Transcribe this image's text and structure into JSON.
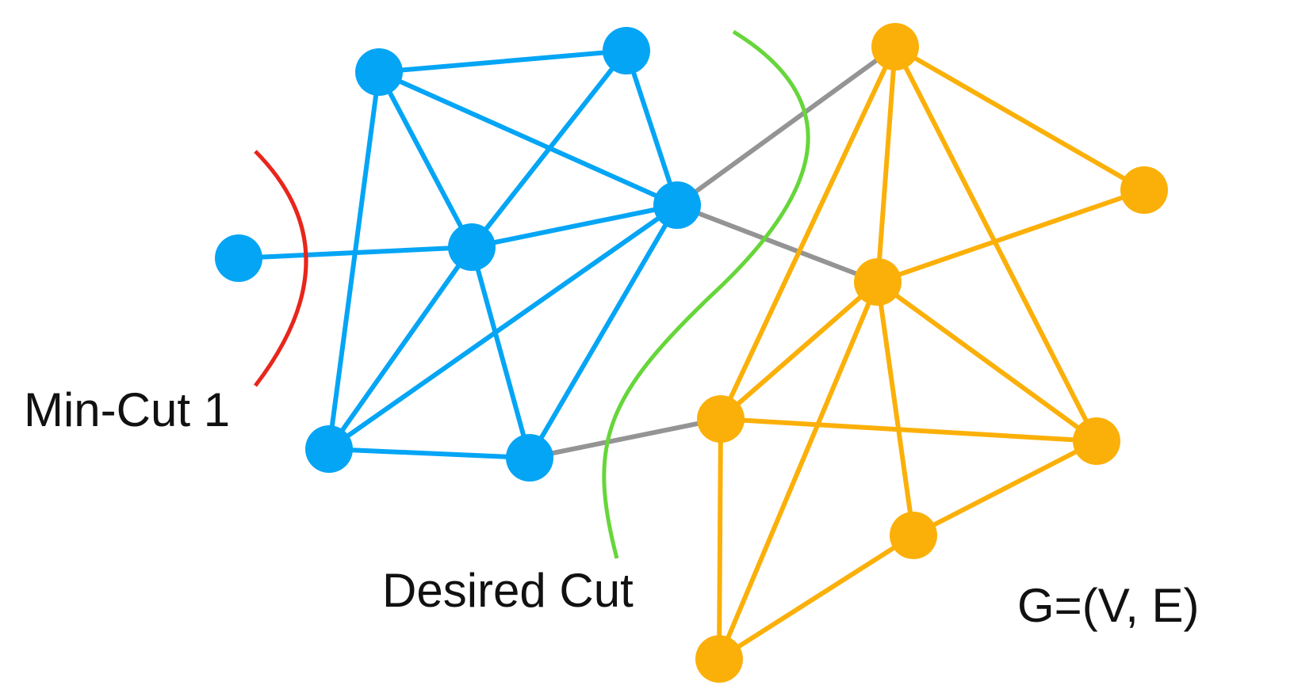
{
  "labels": {
    "min_cut": "Min-Cut 1",
    "desired_cut": "Desired Cut",
    "graph": "G=(V, E)"
  },
  "colors": {
    "cluster_a": "#04A5F5",
    "cluster_b": "#FBB009",
    "bridge_edge": "#949494",
    "min_cut_curve": "#E8261B",
    "desired_cut_curve": "#66D63A"
  },
  "graph": {
    "node_groups": [
      "cluster_a",
      "cluster_b"
    ],
    "edge_types": [
      "cluster_a",
      "cluster_b",
      "bridge_edge"
    ],
    "cuts": [
      "min_cut",
      "desired_cut"
    ]
  }
}
